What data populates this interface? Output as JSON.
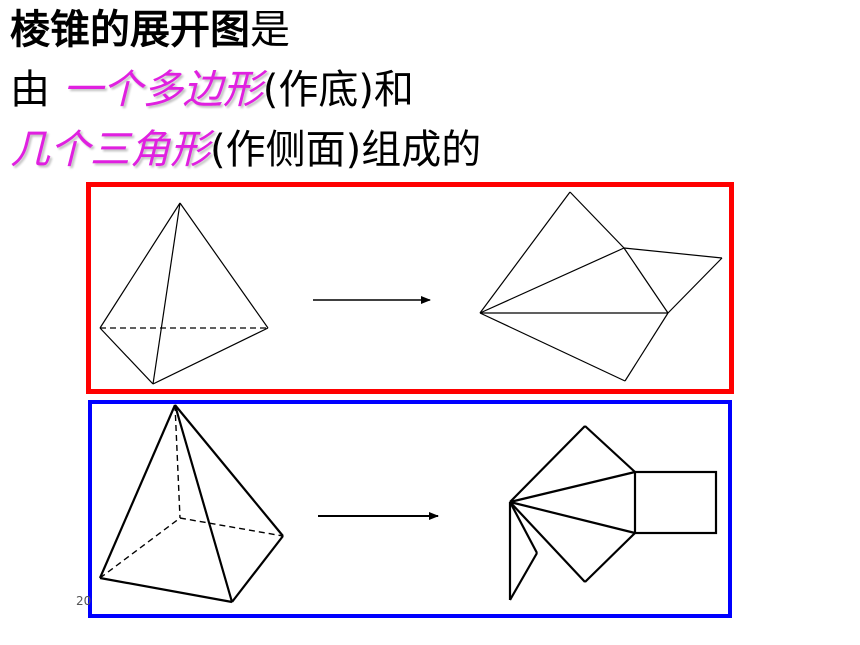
{
  "title": {
    "line1_bold": "棱锥的展开图",
    "line1_rest": "是",
    "line2_prefix": "由",
    "line2_accent": "一个多边形",
    "line2_rest": "(作底)和",
    "line3_accent": "几个三角形",
    "line3_rest": "(作侧面)组成的"
  },
  "footer": {
    "stamp": "20"
  },
  "colors": {
    "accent": "#e020e0",
    "frame_top": "#ff0000",
    "frame_bottom": "#0000ff",
    "line": "#000000"
  }
}
